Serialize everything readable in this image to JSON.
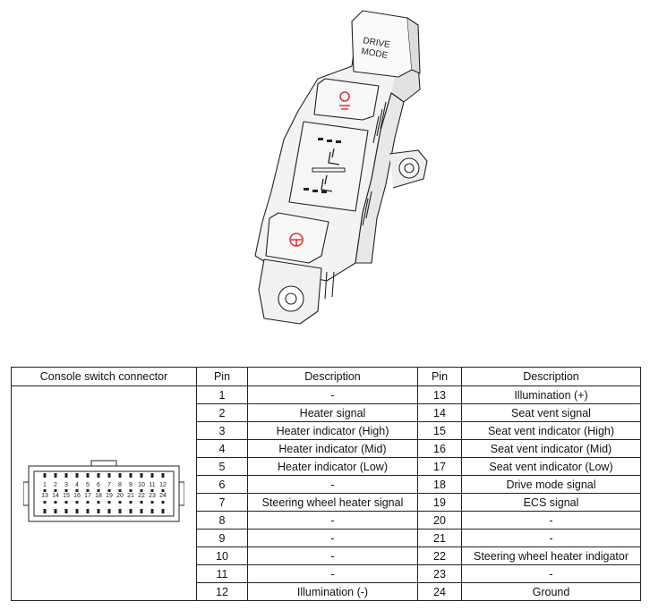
{
  "switch_labels": {
    "drive_mode_line1": "DRIVE",
    "drive_mode_line2": "MODE"
  },
  "table": {
    "headers": {
      "connector": "Console switch connector",
      "pin_left": "Pin",
      "desc_left": "Description",
      "pin_right": "Pin",
      "desc_right": "Description"
    },
    "rows": [
      {
        "pin_a": "1",
        "desc_a": "-",
        "pin_b": "13",
        "desc_b": "Illumination (+)"
      },
      {
        "pin_a": "2",
        "desc_a": "Heater signal",
        "pin_b": "14",
        "desc_b": "Seat vent signal"
      },
      {
        "pin_a": "3",
        "desc_a": "Heater indicator (High)",
        "pin_b": "15",
        "desc_b": "Seat vent indicator (High)"
      },
      {
        "pin_a": "4",
        "desc_a": "Heater indicator (Mid)",
        "pin_b": "16",
        "desc_b": "Seat vent indicator (Mid)"
      },
      {
        "pin_a": "5",
        "desc_a": "Heater indicator (Low)",
        "pin_b": "17",
        "desc_b": "Seat vent indicator (Low)"
      },
      {
        "pin_a": "6",
        "desc_a": "-",
        "pin_b": "18",
        "desc_b": "Drive mode signal"
      },
      {
        "pin_a": "7",
        "desc_a": "Steering wheel heater signal",
        "pin_b": "19",
        "desc_b": "ECS signal"
      },
      {
        "pin_a": "8",
        "desc_a": "-",
        "pin_b": "20",
        "desc_b": "-"
      },
      {
        "pin_a": "9",
        "desc_a": "-",
        "pin_b": "21",
        "desc_b": "-"
      },
      {
        "pin_a": "10",
        "desc_a": "-",
        "pin_b": "22",
        "desc_b": "Steering wheel heater indigator"
      },
      {
        "pin_a": "11",
        "desc_a": "-",
        "pin_b": "23",
        "desc_b": "-"
      },
      {
        "pin_a": "12",
        "desc_a": "Illumination (-)",
        "pin_b": "24",
        "desc_b": "Ground"
      }
    ]
  },
  "connector": {
    "top_row_numbers": [
      "1",
      "2",
      "3",
      "4",
      "5",
      "6",
      "7",
      "8",
      "9",
      "10",
      "11",
      "12"
    ],
    "bottom_row_numbers": [
      "13",
      "14",
      "15",
      "16",
      "17",
      "18",
      "19",
      "20",
      "21",
      "22",
      "23",
      "24"
    ]
  },
  "colors": {
    "indicator_red": "#d63a3a",
    "line": "#222222"
  }
}
